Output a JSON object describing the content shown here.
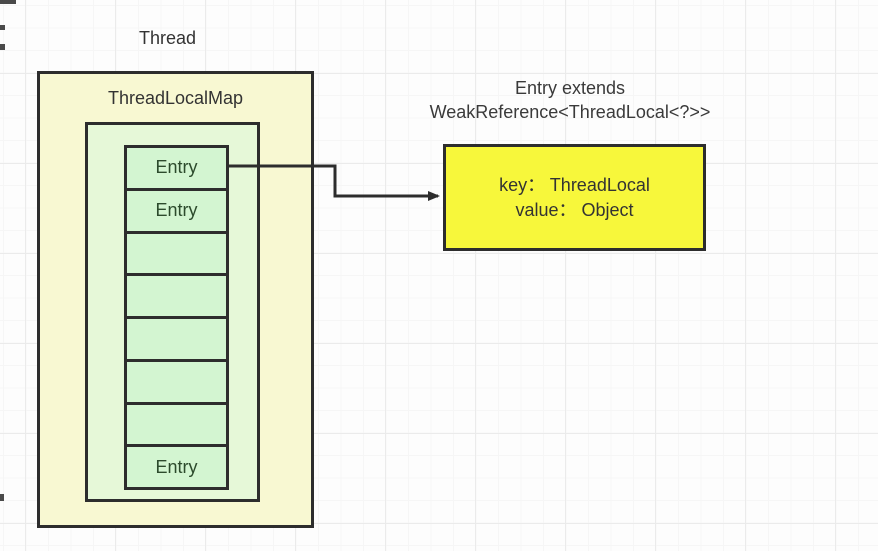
{
  "diagram": {
    "thread_label": "Thread",
    "threadlocalmap_label": "ThreadLocalMap",
    "entries": [
      {
        "label": "Entry"
      },
      {
        "label": "Entry"
      },
      {
        "label": ""
      },
      {
        "label": ""
      },
      {
        "label": ""
      },
      {
        "label": ""
      },
      {
        "label": ""
      },
      {
        "label": "Entry"
      }
    ],
    "note": {
      "line1": "Entry extends",
      "line2": "WeakReference<ThreadLocal<?>>"
    },
    "entry_detail": {
      "key_line": "key： ThreadLocal",
      "value_line": "value： Object"
    },
    "colors": {
      "thread_box_fill": "#f8f8d2",
      "inner_box_fill": "#e6f8d8",
      "entry_cell_fill": "#d3f5d1",
      "detail_box_fill": "#f7f73b",
      "border": "#2d2d2d",
      "text": "#333333",
      "entry_text": "#2c4a2c",
      "grid_minor": "#f6f6f6",
      "grid_major": "#ebebeb"
    }
  }
}
